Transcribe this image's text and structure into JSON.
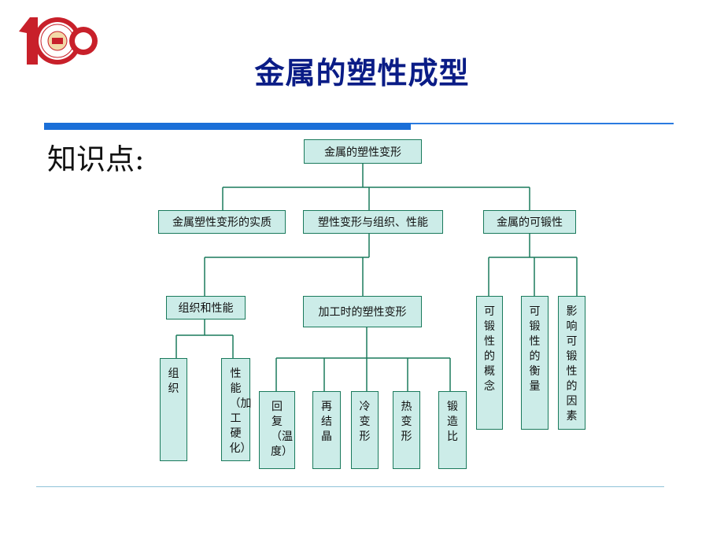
{
  "slide": {
    "title": "金属的塑性成型",
    "subtitle": "知识点:"
  },
  "diagram": {
    "root": "金属的塑性变形",
    "level1": [
      "金属塑性变形的实质",
      "塑性变形与组织、性能",
      "金属的可锻性"
    ],
    "level2_mid": [
      "组织和性能",
      "加工时的塑性变形"
    ],
    "level2_right": [
      "可锻性的概念",
      "可锻性的衡量",
      "影响可锻性的因素"
    ],
    "level3_org": [
      "组织",
      "性能（加工硬化）"
    ],
    "level3_proc": [
      "回复（温度）",
      "再结晶",
      "冷变形",
      "热变形",
      "锻造比"
    ]
  },
  "colors": {
    "title": "#0a1c86",
    "box_fill": "#ccece8",
    "box_border": "#1a7a5c",
    "line": "#1a7a5c",
    "accent_bar": "#1a6fd8"
  }
}
